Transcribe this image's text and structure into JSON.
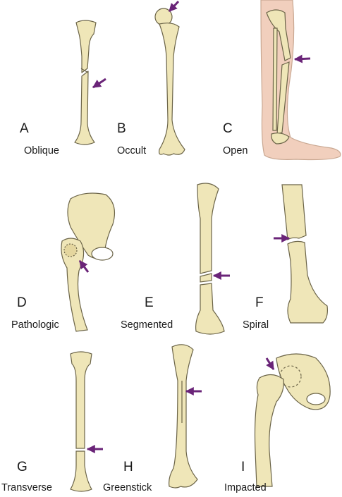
{
  "colors": {
    "bone_fill": "#efe6b8",
    "bone_stroke": "#6b6448",
    "arrow": "#6a2478",
    "skin": "#f1cfbd",
    "text": "#1a1a1a"
  },
  "panels": [
    {
      "letter": "A",
      "caption": "Oblique"
    },
    {
      "letter": "B",
      "caption": "Occult"
    },
    {
      "letter": "C",
      "caption": "Open"
    },
    {
      "letter": "D",
      "caption": "Pathologic"
    },
    {
      "letter": "E",
      "caption": "Segmented"
    },
    {
      "letter": "F",
      "caption": "Spiral"
    },
    {
      "letter": "G",
      "caption": "Transverse"
    },
    {
      "letter": "H",
      "caption": "Greenstick"
    },
    {
      "letter": "I",
      "caption": "Impacted"
    }
  ],
  "icons": {
    "arrow": "arrow-icon",
    "bone": "bone-icon"
  }
}
